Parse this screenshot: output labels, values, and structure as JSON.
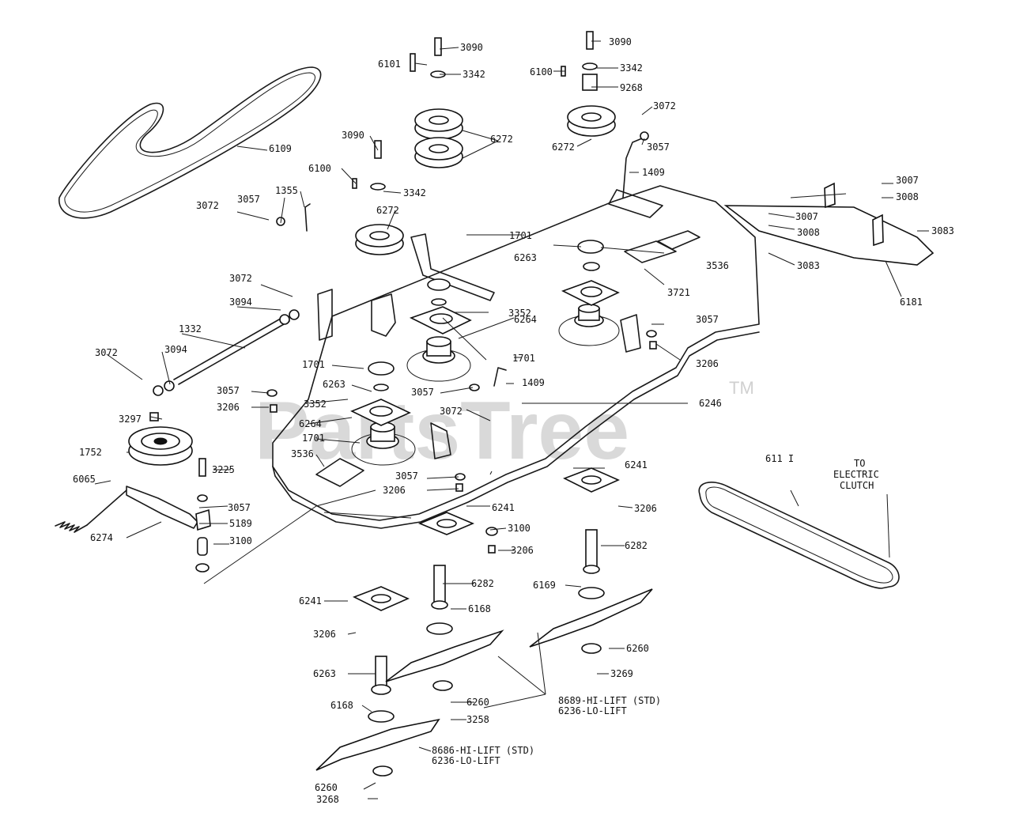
{
  "watermark": {
    "text": "PartsTree",
    "tm": "TM"
  },
  "callouts": {
    "c3090a": "3090",
    "c3342a": "3342",
    "c6101": "6101",
    "c6272a": "6272",
    "c3090b": "3090",
    "c3342b": "3342",
    "c6100a": "6100",
    "c9268": "9268",
    "c3072a": "3072",
    "c6272b": "6272",
    "c3057a": "3057",
    "c1409a": "1409",
    "c6109": "6109",
    "c3090c": "3090",
    "c6100b": "6100",
    "c3342c": "3342",
    "c3072b": "3072",
    "c3057b": "3057",
    "c1355": "1355",
    "c6272c": "6272",
    "c3007a": "3007",
    "c3008a": "3008",
    "c3007b": "3007",
    "c3008b": "3008",
    "c3083a": "3083",
    "c3083b": "3083",
    "c6181": "6181",
    "c1701a": "1701",
    "c6263a": "6263",
    "c3536a": "3536",
    "c3721": "3721",
    "c3352a": "3352",
    "c6264a": "6264",
    "c1701b": "1701",
    "c3057c": "3057",
    "c3206a": "3206",
    "c3072c": "3072",
    "c3094a": "3094",
    "c1332": "1332",
    "c3072d": "3072",
    "c3094b": "3094",
    "c1701c": "1701",
    "c6263b": "6263",
    "c3057d": "3057",
    "c3206b": "3206",
    "c3352b": "3352",
    "c6264b": "6264",
    "c1701d": "1701",
    "c3536b": "3536",
    "c3057e": "3057",
    "c1409b": "1409",
    "c3072e": "3072",
    "c6246": "6246",
    "c3297": "3297",
    "c1752": "1752",
    "c3225": "3225",
    "c6065": "6065",
    "c3057f": "3057",
    "c5189": "5189",
    "c6274": "6274",
    "c3100a": "3100",
    "c3057g": "3057",
    "c3206c": "3206",
    "c6241a": "6241",
    "c6241b": "6241",
    "c3206d": "3206",
    "c3100b": "3100",
    "c3206e": "3206",
    "c6282a": "6282",
    "c6169": "6169",
    "c6260a": "6260",
    "c3269": "3269",
    "c6241c": "6241",
    "c6282b": "6282",
    "c6168a": "6168",
    "c3206f": "3206",
    "c6263c": "6263",
    "c6260b": "6260",
    "c3258": "3258",
    "c6168b": "6168",
    "c6260c": "6260",
    "c3268": "3268",
    "c6111": "611 I",
    "bladeA1": "8689-HI-LIFT (STD)",
    "bladeA2": "6236-LO-LIFT",
    "bladeB1": "8686-HI-LIFT (STD)",
    "bladeB2": "6236-LO-LIFT",
    "elec1": "TO",
    "elec2": "ELECTRIC",
    "elec3": "CLUTCH"
  }
}
